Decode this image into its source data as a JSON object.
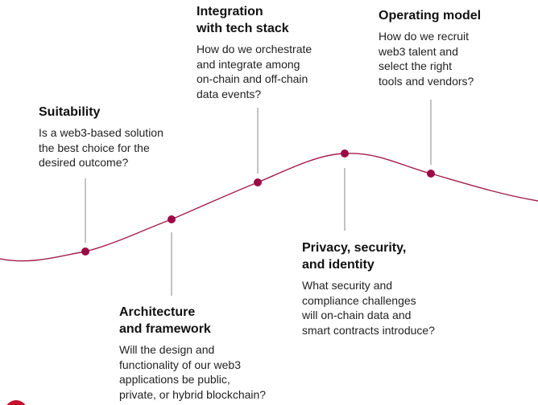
{
  "colors": {
    "accent": "#9b0a45",
    "curve": "#a31e48",
    "connector": "#8a8a8a",
    "title": "#111111",
    "text": "#222222"
  },
  "stages": [
    {
      "id": "suitability",
      "title": "Suitability",
      "question": "Is a web3-based solution\nthe best choice for the\ndesired outcome?"
    },
    {
      "id": "architecture",
      "title": "Architecture\nand framework",
      "question": "Will the design and\nfunctionality of our web3\napplications be public,\nprivate, or hybrid blockchain?"
    },
    {
      "id": "integration",
      "title": "Integration\nwith tech stack",
      "question": "How do we orchestrate\nand integrate among\non-chain and off-chain\ndata events?"
    },
    {
      "id": "privacy",
      "title": "Privacy, security,\nand identity",
      "question": "What security and\ncompliance challenges\nwill on-chain data and\nsmart contracts introduce?"
    },
    {
      "id": "operating",
      "title": "Operating model",
      "question": "How do we recruit\nweb3 talent and\nselect the right\ntools and vendors?"
    }
  ]
}
